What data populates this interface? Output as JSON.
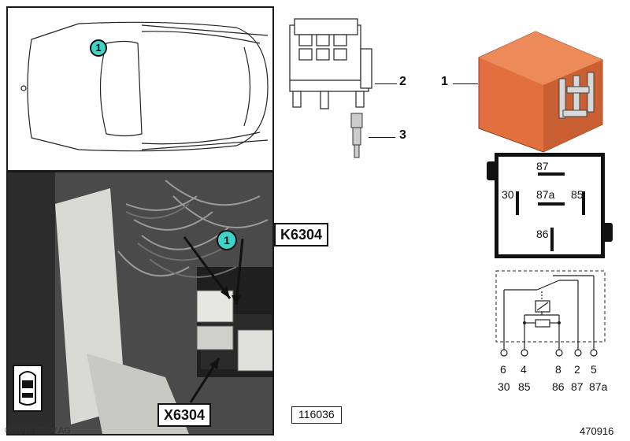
{
  "callouts": {
    "car_marker": "1",
    "photo_marker": "1",
    "part_2": "2",
    "part_3": "3",
    "part_1": "1"
  },
  "photo": {
    "relay_tag": "K6304",
    "connector_tag": "X6304",
    "image_number": "116036",
    "copyright": "© 2015 BMW AG"
  },
  "pin_diagram": {
    "pin_87": "87",
    "pin_30": "30",
    "pin_87a": "87a",
    "pin_85": "85",
    "pin_86": "86"
  },
  "schematic": {
    "terminal_numbers": [
      "6",
      "4",
      "8",
      "2",
      "5"
    ],
    "terminal_names": [
      "30",
      "85",
      "86",
      "87",
      "87a"
    ]
  },
  "doc_number": "470916",
  "colors": {
    "relay_body": "#e2703f",
    "callout_fill": "#3fd3c8"
  }
}
